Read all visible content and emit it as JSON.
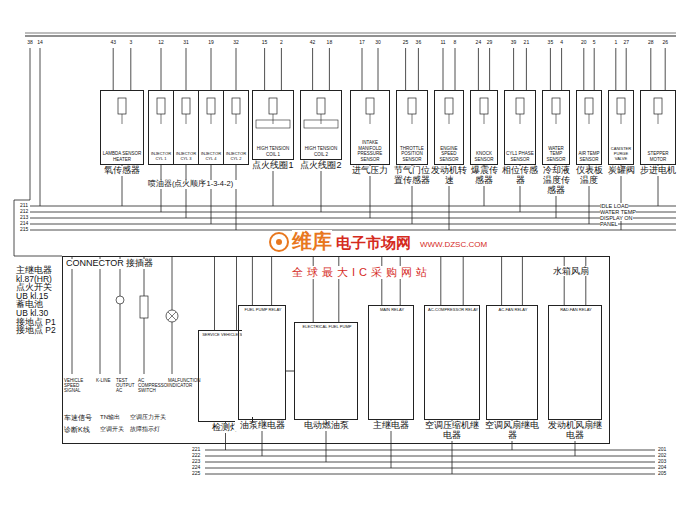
{
  "diagram": {
    "nodes": [
      {
        "text": [
          "LAMBDA SENSOR HEATER",
          "氧传感器"
        ]
      },
      {
        "text": [
          "INJECTOR CYL 1"
        ]
      },
      {
        "text": [
          "INJECTOR CYL 3"
        ]
      },
      {
        "text": [
          "INJECTOR CYL 4"
        ]
      },
      {
        "text": [
          "INJECTOR CYL 2"
        ]
      },
      {
        "text": [
          "HIGH TENSION COIL 1",
          "点火线圈1"
        ]
      },
      {
        "text": [
          "HIGH TENSION COIL 2",
          "点火线圈2"
        ]
      },
      {
        "text": [
          "INTAKE MANIFOLD PRESSURE SENSOR",
          "进气压力"
        ]
      },
      {
        "text": [
          "THROTTLE POSITION SENSOR",
          "节气门位置传感器"
        ]
      },
      {
        "text": [
          "ENGINE SPEED SENSOR",
          "发动机转速"
        ]
      },
      {
        "text": [
          "KNOCK SENSOR",
          "爆震传感器"
        ]
      },
      {
        "text": [
          "CYL1 PHASE SENSOR",
          "相位传感器"
        ]
      },
      {
        "text": [
          "WATER TEMP SENSOR",
          "冷却液温度传感器"
        ]
      },
      {
        "text": [
          "AIR TEMP SENSOR",
          "仪表板温度"
        ]
      },
      {
        "text": [
          "CANISTER PURGE VALVE",
          "炭罐阀"
        ]
      },
      {
        "text": [
          "STEPPER MOTOR",
          "步进电机"
        ]
      },
      {
        "text": [
          "CONNECTOR 接插器"
        ]
      },
      {
        "text": [
          "SERVICE VEHICLE SOCK",
          "检测灯"
        ],
        "in": 16
      },
      {
        "text": [
          "FUEL PUMP RELAY",
          "油泵继电器"
        ],
        "in": 16
      },
      {
        "text": [
          "ELECTRICAL FUEL PUMP",
          "电动燃油泵"
        ],
        "in": 16
      },
      {
        "text": [
          "MAIN RELAY",
          "主继电器"
        ],
        "in": 16
      },
      {
        "text": [
          "AC-COMPRESSOR RELAY",
          "空调压缩机继电器"
        ],
        "in": 16
      },
      {
        "text": [
          "AC-FAN RELAY",
          "空调风扇继电器"
        ],
        "in": 16
      },
      {
        "text": [
          "RAD.FAN RELAY",
          "发动机风扇继电器"
        ],
        "in": 16
      }
    ],
    "edges": [
      {
        "from": 18,
        "to": 19,
        "arrow": "none"
      }
    ],
    "labels": [
      "喷油器(点火顺序1-3-4-2)",
      "IDLE LOAD",
      "WATER TEMP",
      "DISPLAY ON",
      "PANEL",
      "211",
      "212",
      "213",
      "214",
      "215",
      "维库",
      "电子市场网",
      "WWW.DZSC.COM",
      "全球最大IC采购网站",
      "主继电器",
      "kl.87(HR)",
      "点火开关",
      "UB kl.15",
      "蓄电池",
      "UB kl.30",
      "接地点 P1",
      "接地点 P2",
      "水箱风扇",
      "VEHICLE SPEED SIGNAL",
      "K-LINE",
      "TEST OUTPUT AC",
      "AC COMPRESSOR SWITCH",
      "MALFUNCTION INDICATOR",
      "车速信号",
      "诊断K线",
      "TN输出",
      "空调开关",
      "空调压力开关",
      "故障指示灯",
      "221",
      "222",
      "223",
      "224",
      "225",
      "201",
      "202",
      "203",
      "204",
      "205",
      "38",
      "14",
      "43",
      "3",
      "12",
      "31",
      "19",
      "32",
      "15",
      "2",
      "42",
      "18",
      "17",
      "30",
      "25",
      "36",
      "11",
      "8",
      "24",
      "29",
      "39",
      "21",
      "35",
      "4",
      "20",
      "5",
      "1",
      "27",
      "28",
      "26"
    ]
  }
}
